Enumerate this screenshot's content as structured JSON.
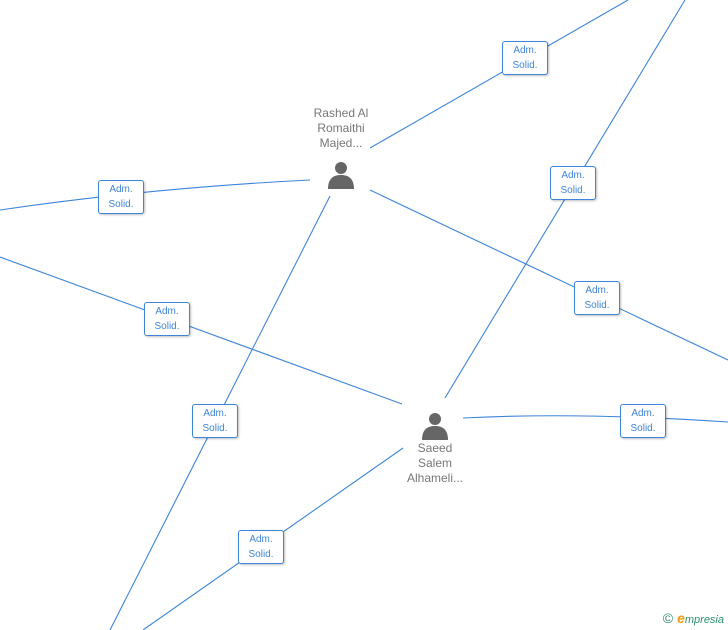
{
  "people": [
    {
      "id": "p1",
      "name_lines": [
        "Rashed Al",
        "Romaithi",
        "Majed..."
      ]
    },
    {
      "id": "p2",
      "name_lines": [
        "Saeed",
        "Salem",
        "Alhameli..."
      ]
    }
  ],
  "badges": [
    {
      "l1": "Adm.",
      "l2": "Solid."
    },
    {
      "l1": "Adm.",
      "l2": "Solid."
    },
    {
      "l1": "Adm.",
      "l2": "Solid."
    },
    {
      "l1": "Adm.",
      "l2": "Solid."
    },
    {
      "l1": "Adm.",
      "l2": "Solid."
    },
    {
      "l1": "Adm.",
      "l2": "Solid."
    },
    {
      "l1": "Adm.",
      "l2": "Solid."
    },
    {
      "l1": "Adm.",
      "l2": "Solid."
    }
  ],
  "colors": {
    "edge": "#3d85d8",
    "person_icon": "#666666",
    "label": "#777777"
  },
  "icons": {
    "person": "person-icon",
    "copyright": "copyright-icon"
  },
  "brand": {
    "copyright": "©",
    "initial": "e",
    "rest": "mpresia"
  }
}
